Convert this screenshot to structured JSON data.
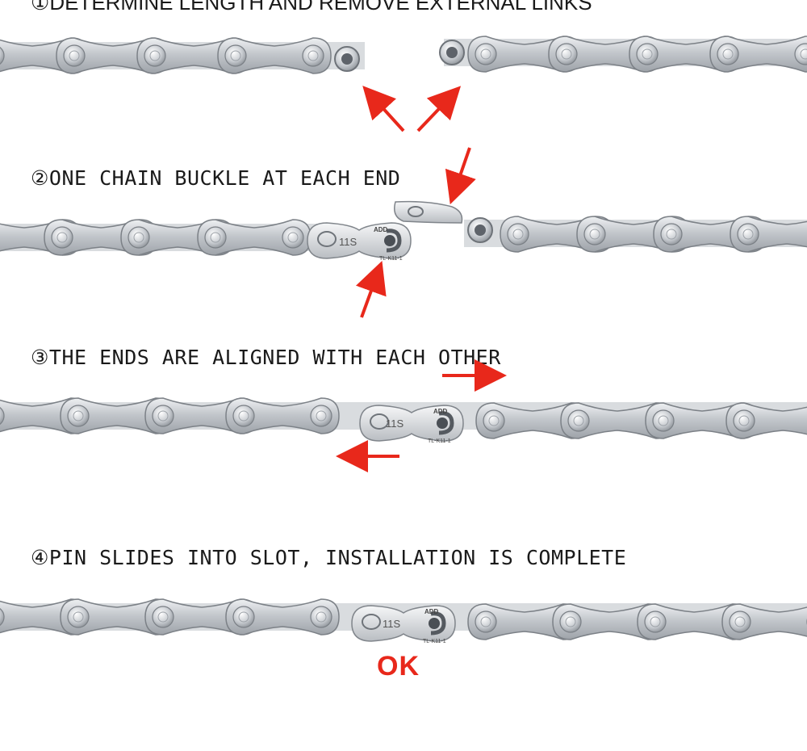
{
  "steps": [
    {
      "number": "①",
      "text": "DETERMINE LENGTH AND REMOVE EXTERNAL LINKS"
    },
    {
      "number": "②",
      "text": "ONE CHAIN BUCKLE AT EACH END"
    },
    {
      "number": "③",
      "text": "THE ENDS ARE ALIGNED WITH EACH OTHER"
    },
    {
      "number": "④",
      "text": "PIN SLIDES INTO SLOT, INSTALLATION IS COMPLETE"
    }
  ],
  "master_link": {
    "speed_label": "11S",
    "model_label": "TL-K11-1",
    "brand_label": "ADD"
  },
  "result_label": "OK",
  "colors": {
    "arrow": "#e8281b",
    "chain": "#c9ccd0",
    "text": "#1a1a1a"
  },
  "icons": [
    "arrow-icon",
    "master-link-icon",
    "chain-icon"
  ]
}
